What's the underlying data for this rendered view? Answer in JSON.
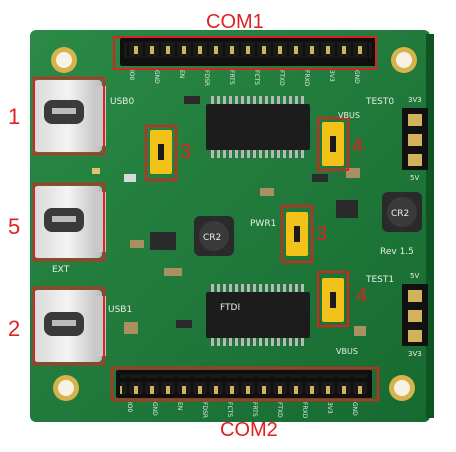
{
  "labels": {
    "com1": "COM1",
    "com2": "COM2",
    "port_1": "1",
    "port_5": "5",
    "port_2": "2",
    "jumper_3_top": "3",
    "jumper_4_top": "4",
    "jumper_3_mid": "3",
    "jumper_4_bottom": "4"
  },
  "silkscreen": {
    "usb0": "USB0",
    "usb1": "USB1",
    "ext": "EXT",
    "pwr1": "PWR1",
    "rev": "Rev 1.5",
    "test0": "TEST0",
    "test1": "TEST1",
    "vbus_top": "VBUS",
    "vbus_bottom": "VBUS",
    "v3v3_top": "3V3",
    "v5_top": "5V",
    "v5_bottom": "5V",
    "v3v3_bottom": "3V3",
    "ind_top": "CR2",
    "ind_mid": "CR2",
    "chip_brand": "FTDI",
    "pin_labels_top": [
      "IO0",
      "GND",
      "EN",
      "FDSR",
      "FRTS",
      "FCTS",
      "FTXD",
      "FRXD",
      "3V3",
      "GND"
    ],
    "pin_labels_bottom": [
      "IO0",
      "GND",
      "EN",
      "FDSR",
      "FCTS",
      "FRTS",
      "FTXD",
      "FRXD",
      "3V3",
      "GND"
    ]
  },
  "colors": {
    "pcb": "#1f7a3a",
    "callout": "#e02020",
    "jumper": "#f2c21b",
    "header": "#1a1a1a",
    "pad": "#c9a24a"
  }
}
